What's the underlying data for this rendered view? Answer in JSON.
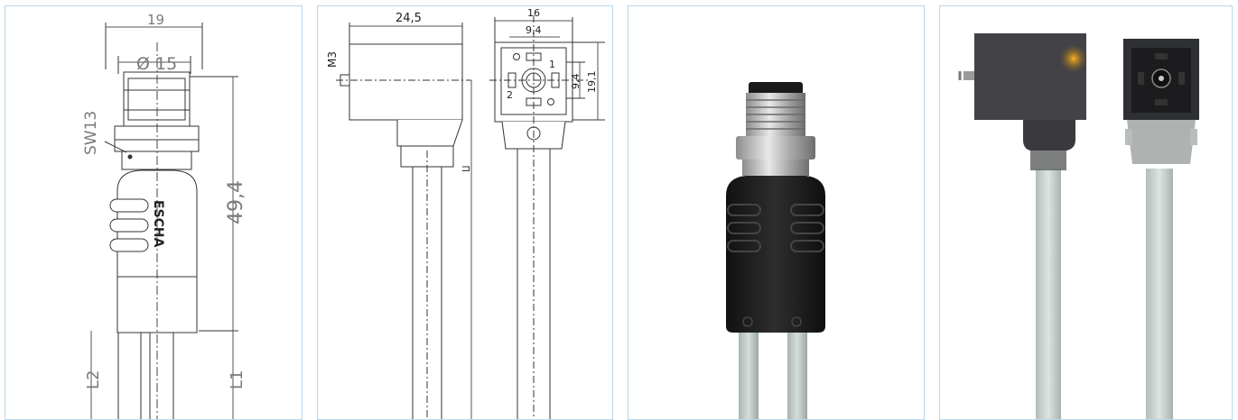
{
  "drawing1": {
    "width_label": "19",
    "diameter_label": "Ø 15",
    "wrench_label": "SW13",
    "length_label": "49,4",
    "brand_label": "ESCHA",
    "cable_length_2": "L2",
    "cable_length_1": "L1"
  },
  "drawing2": {
    "side_width": "24,5",
    "thread": "M3",
    "front_width": "16",
    "front_inner": "9,4",
    "front_height_inner": "9,4",
    "front_height": "19,1",
    "pin_1": "1",
    "pin_2": "2",
    "cable_length": "L"
  },
  "photos": {
    "photo_round_connector": "round-connector-photo",
    "photo_valve_connector": "valve-connector-photo"
  },
  "colors": {
    "panel_border": "#b9d6e8",
    "cable": "#c9d3d1",
    "led": "#f5a21a"
  }
}
